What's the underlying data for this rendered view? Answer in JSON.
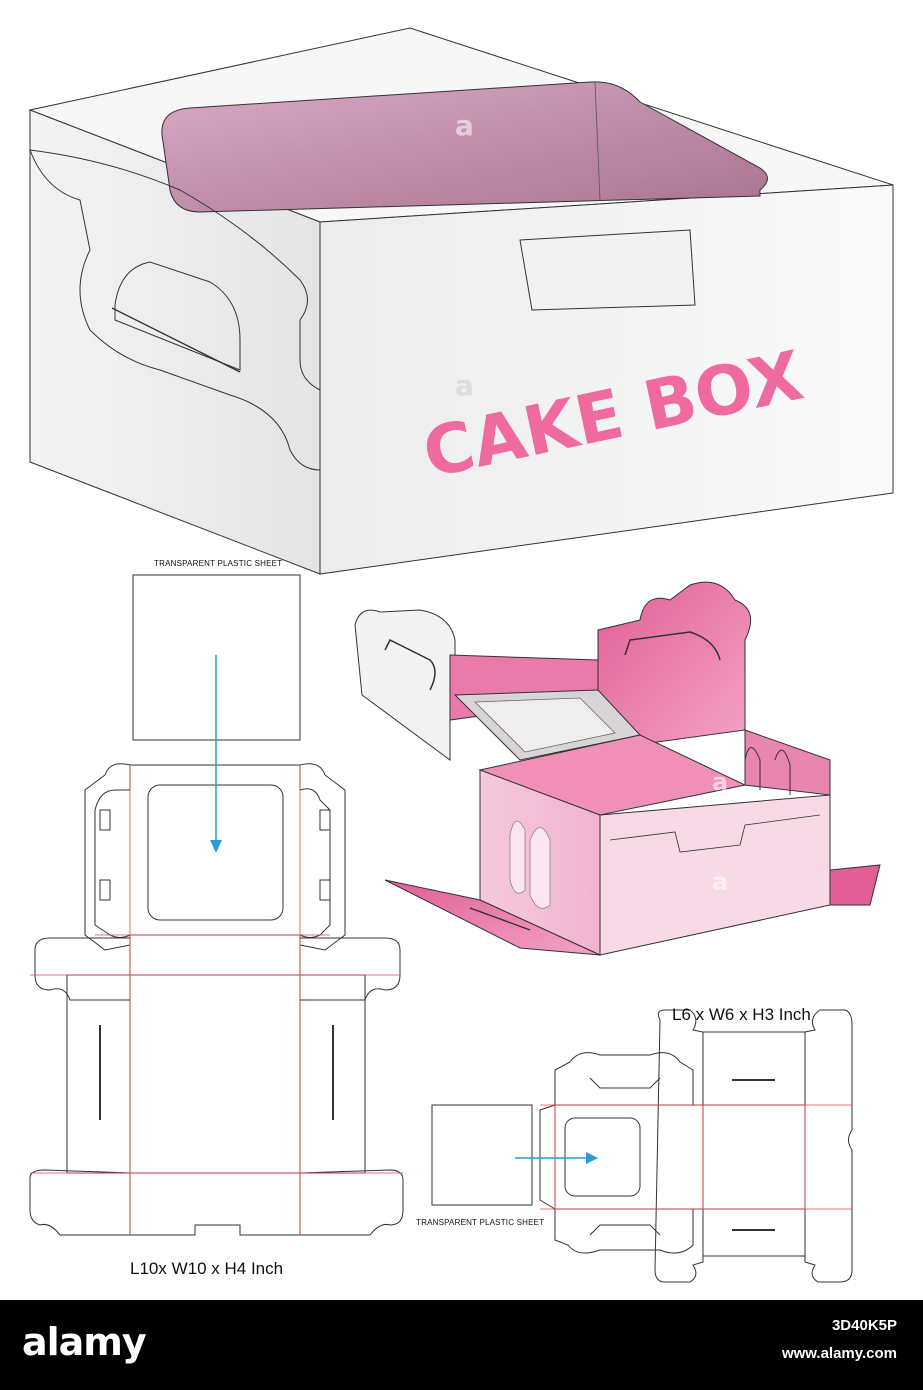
{
  "diagram": {
    "product_text": "CAKE BOX",
    "label_sheet_large": "TRANSPARENT PLASTIC SHEET",
    "label_sheet_small": "TRANSPARENT PLASTIC SHEET",
    "dims_large": "L10x  W10 x H4 Inch",
    "dims_small": "L6 x  W6 x H3 Inch",
    "watermark_text": "a",
    "colors": {
      "pink_text": "#ee6a9f",
      "box_pink": "#e86fa1",
      "window_pink": "#c994b6",
      "cut_line": "#333333",
      "fold_line": "#e8424a",
      "arrow": "#2b9ad6"
    }
  },
  "footer": {
    "logo": "alamy",
    "image_id": "3D40K5P",
    "url": "www.alamy.com"
  }
}
